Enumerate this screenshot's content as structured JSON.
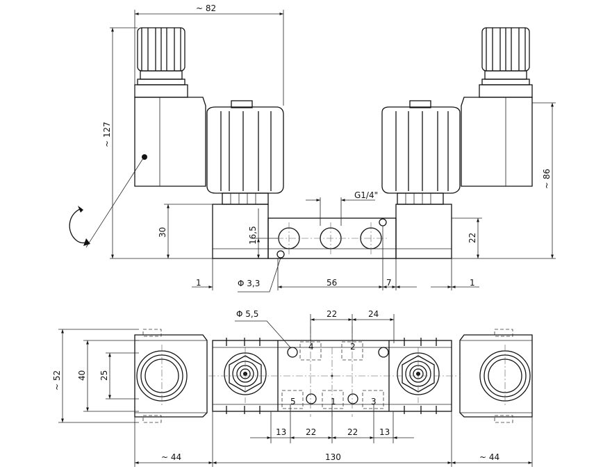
{
  "side_view": {
    "dims": {
      "top_width": "~ 82",
      "height_total": "~ 127",
      "height_right": "~ 86",
      "base_height": "30",
      "port_center": "16,5",
      "right_height": "22",
      "thread": "G1/4\"",
      "hole_dia": "Φ 3,3",
      "port_pitch": "56",
      "right_offset": "7",
      "left_gap": "1",
      "right_gap": "1"
    }
  },
  "plan_view": {
    "dims": {
      "hole_dia": "Φ 5,5",
      "pitch_a": "22",
      "pitch_b": "24",
      "width_total": "~ 52",
      "width_body": "40",
      "width_inner": "25",
      "b1": "13",
      "b2": "22",
      "b3": "22",
      "b4": "13",
      "left_ext": "~ 44",
      "length": "130",
      "right_ext": "~ 44"
    },
    "port_numbers": [
      "4",
      "2",
      "5",
      "1",
      "3"
    ]
  }
}
